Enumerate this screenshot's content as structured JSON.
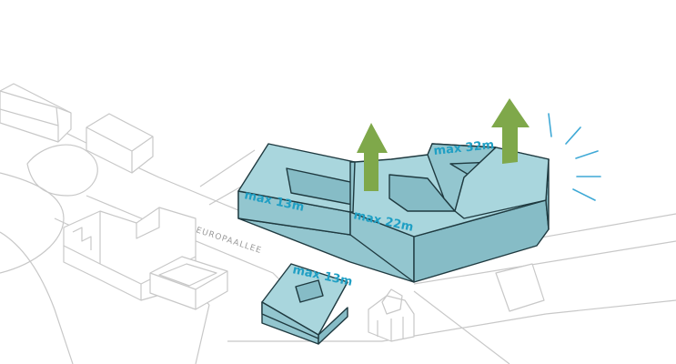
{
  "street_label": "EUROPAALLEE",
  "height_labels": {
    "left_wing": "max 13m",
    "middle": "max 22m",
    "tower": "max 32m",
    "small_block": "max 13m"
  },
  "colors": {
    "building": "#a9d6dd",
    "arrow": "#7fa84a",
    "label": "#1f9fc4",
    "context_lines": "#c8c8c8"
  }
}
